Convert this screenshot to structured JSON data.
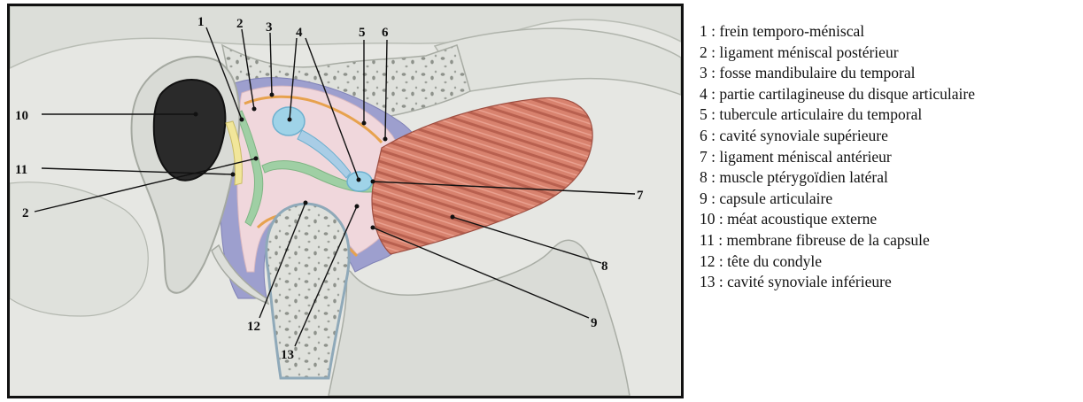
{
  "labels": [
    {
      "num": "1",
      "text": "1 : frein temporo-méniscal"
    },
    {
      "num": "2",
      "text": "2 : ligament méniscal postérieur"
    },
    {
      "num": "3",
      "text": "3 : fosse mandibulaire du temporal"
    },
    {
      "num": "4",
      "text": "4 : partie cartilagineuse du disque articulaire"
    },
    {
      "num": "5",
      "text": "5 : tubercule articulaire du temporal"
    },
    {
      "num": "6",
      "text": "6 : cavité synoviale supérieure"
    },
    {
      "num": "7",
      "text": "7 : ligament méniscal antérieur"
    },
    {
      "num": "8",
      "text": "8 : muscle ptérygoïdien latéral"
    },
    {
      "num": "9",
      "text": "9 : capsule articulaire"
    },
    {
      "num": "10",
      "text": "10 : méat acoustique externe"
    },
    {
      "num": "11",
      "text": "11 : membrane fibreuse de la capsule"
    },
    {
      "num": "12",
      "text": "12 : tête du condyle"
    },
    {
      "num": "13",
      "text": "13 : cavité synoviale inférieure"
    }
  ],
  "colors": {
    "bone": "#dfe1dc",
    "bone_shadow": "#c7cbc4",
    "capsule_outer": "#9d9fce",
    "synovial": "#f0d7dc",
    "cartilage": "#a9cde6",
    "disc": "#9fd3e8",
    "ligament_green": "#9fcfa4",
    "orange_membrane": "#e7a24e",
    "muscle": "#d8826e",
    "muscle_stripe": "#b8604f",
    "meatus": "#2a2a2a"
  }
}
